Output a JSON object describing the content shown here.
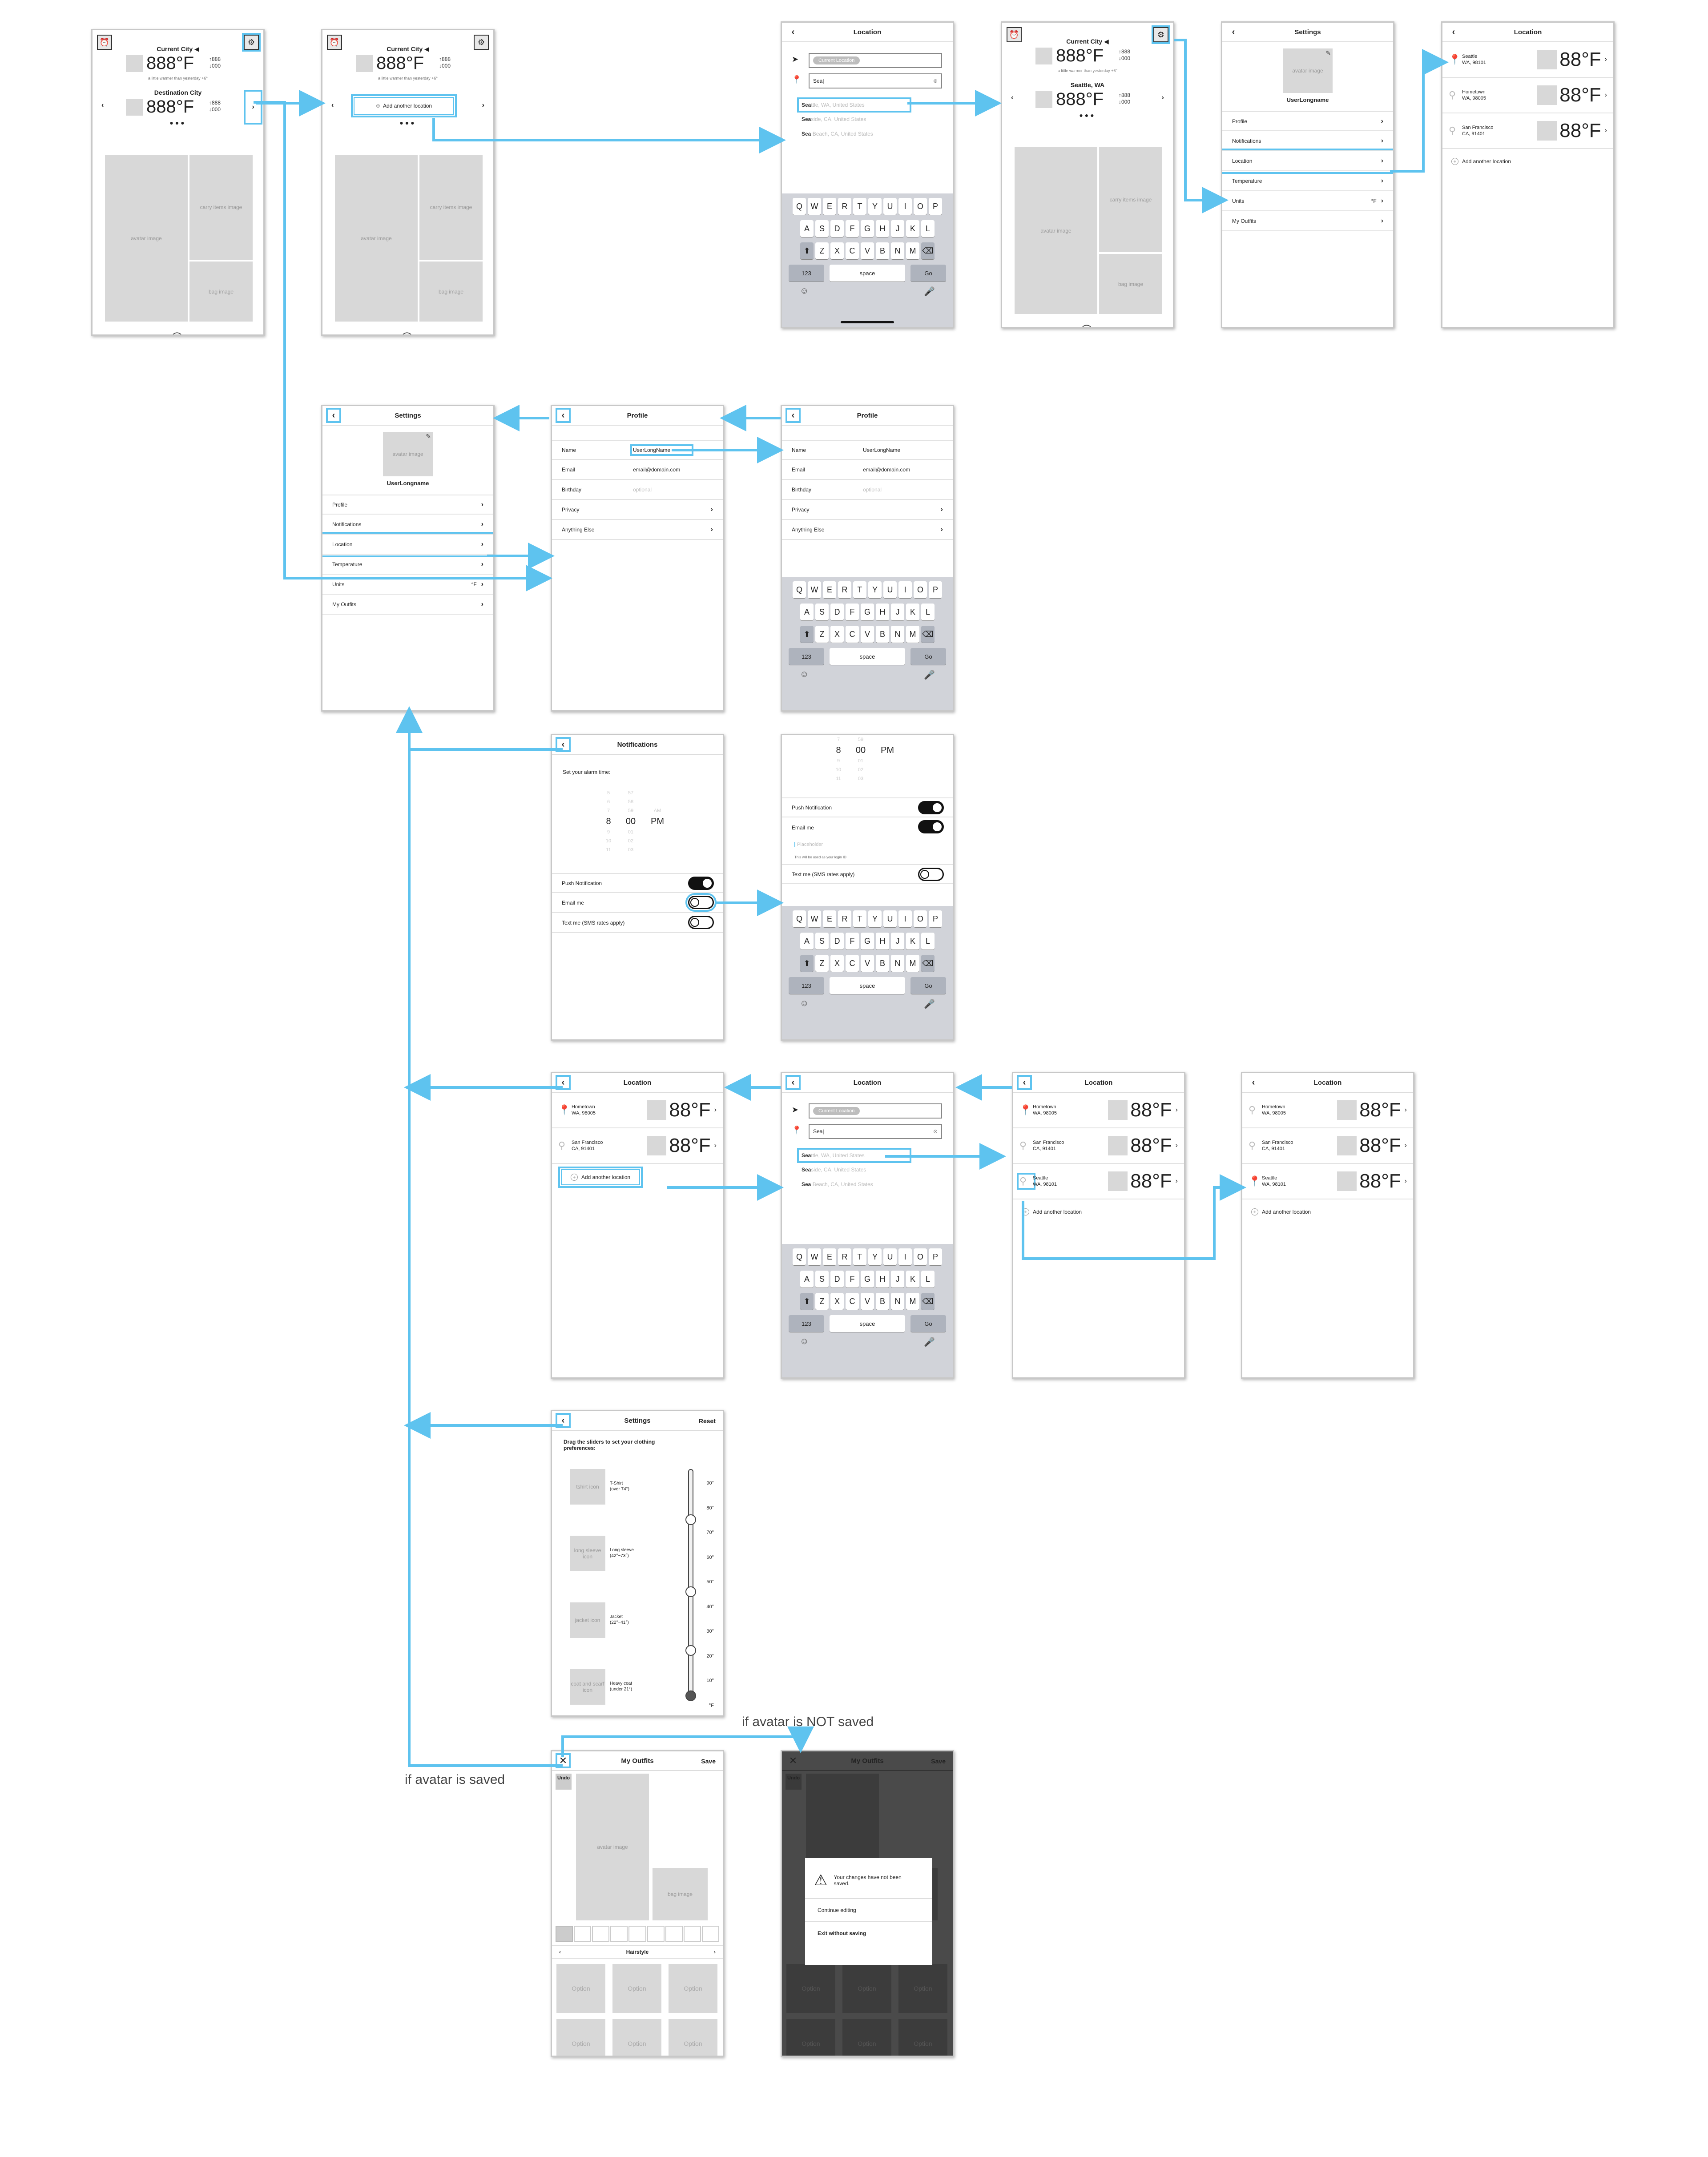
{
  "home": {
    "current_city": "Current City",
    "destination_city": "Destination City",
    "seattle": "Seattle, WA",
    "temp": "888°F",
    "hi": "888",
    "lo": "000",
    "note": "a little warmer than yesterday +6°",
    "carry_image": "carry items image",
    "bag_image": "bag image",
    "avatar_image": "avatar image",
    "add_location": "Add another location"
  },
  "location": {
    "title": "Location",
    "current_location": "Current Location",
    "query": "Sea|",
    "suggestions": [
      {
        "bold": "Sea",
        "rest": "ttle, WA, United States"
      },
      {
        "bold": "Sea",
        "rest": "side, CA, United States"
      },
      {
        "bold": "Sea",
        "rest": " Beach, CA, United States"
      }
    ],
    "rows": [
      {
        "name": "Seattle",
        "region": "WA, 98101",
        "temp": "88°F"
      },
      {
        "name": "Hometown",
        "region": "WA, 98005",
        "temp": "88°F"
      },
      {
        "name": "San Francisco",
        "region": "CA, 91401",
        "temp": "88°F"
      }
    ],
    "add_location": "Add another location"
  },
  "settings": {
    "title": "Settings",
    "avatar_image": "avatar image",
    "username": "UserLongname",
    "items": [
      "Profile",
      "Notifications",
      "Location",
      "Temperature",
      "Units",
      "My Outfits"
    ],
    "units_value": "°F"
  },
  "profile": {
    "title": "Profile",
    "fields": [
      {
        "label": "Name",
        "value": "UserLongName"
      },
      {
        "label": "Email",
        "value": "email@domain.com"
      },
      {
        "label": "Birthday",
        "value": "optional"
      },
      {
        "label": "Privacy",
        "value": ""
      },
      {
        "label": "Anything Else",
        "value": ""
      }
    ]
  },
  "keyboard": {
    "row1": [
      "Q",
      "W",
      "E",
      "R",
      "T",
      "Y",
      "U",
      "I",
      "O",
      "P"
    ],
    "row2": [
      "A",
      "S",
      "D",
      "F",
      "G",
      "H",
      "J",
      "K",
      "L"
    ],
    "row3": [
      "Z",
      "X",
      "C",
      "V",
      "B",
      "N",
      "M"
    ],
    "num": "123",
    "space": "space",
    "go": "Go"
  },
  "notifications": {
    "title": "Notifications",
    "prompt": "Set your alarm time:",
    "hour": "8",
    "minute": "00",
    "ampm": "PM",
    "am": "AM",
    "hours_faded": [
      "5",
      "6",
      "7",
      "9",
      "10",
      "11"
    ],
    "mins_faded": [
      "57",
      "58",
      "59",
      "01",
      "02",
      "03"
    ],
    "push": "Push Notification",
    "email": "Email me",
    "sms": "Text me (SMS rates apply)",
    "placeholder": "Placeholder",
    "login_note": "This will be used as your login ID"
  },
  "temperature": {
    "title": "Settings",
    "reset": "Reset",
    "prompt": "Drag the sliders to set your clothing preferences:",
    "items": [
      {
        "image": "tshirt icon",
        "label": "T-Shirt",
        "range": "(over 74°)"
      },
      {
        "image": "long sleeve icon",
        "label": "Long sleeve",
        "range": "(42°~73°)"
      },
      {
        "image": "jacket icon",
        "label": "Jacket",
        "range": "(22°~41°)"
      },
      {
        "image": "coat and scarf icon",
        "label": "Heavy coat",
        "range": "(under 21°)"
      }
    ],
    "ticks": [
      "90°",
      "80°",
      "70°",
      "60°",
      "50°",
      "40°",
      "30°",
      "20°",
      "10°",
      "°F"
    ]
  },
  "outfits": {
    "title": "My Outfits",
    "save": "Save",
    "undo": "Undo",
    "avatar_image": "avatar image",
    "bag_image": "bag image",
    "category": "Hairstyle",
    "option": "Option",
    "modal_msg": "Your changes have not been saved.",
    "continue": "Continue editing",
    "exit": "Exit without saving"
  },
  "captions": {
    "saved": "if avatar is saved",
    "not_saved": "if avatar is NOT saved"
  },
  "colors": {
    "flow": "#5ec3ef"
  }
}
